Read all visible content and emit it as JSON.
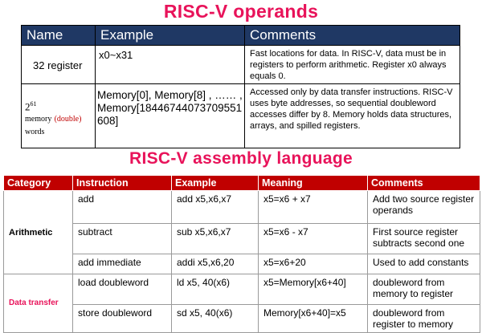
{
  "operands": {
    "title": "RISC-V operands",
    "headers": [
      "Name",
      "Example",
      "Comments"
    ],
    "register": {
      "name": "32 register",
      "example": "x0~x31",
      "comment": "Fast locations for data. In RISC-V, data must be in registers to perform arithmetic. Register x0 always equals 0."
    },
    "memory": {
      "name_base": "2",
      "name_exp": "61",
      "name_word_memory": "memory",
      "name_word_double": "(double)",
      "name_word_words": "words",
      "example": "Memory[0], Memory[8] , …… , Memory[18446744073709551608]",
      "comment": "Accessed only by data transfer instructions. RISC-V uses byte addresses, so sequential doubleword accesses differ by 8. Memory holds data structures, arrays, and spilled registers."
    }
  },
  "assembly": {
    "title": "RISC-V assembly language",
    "headers": [
      "Category",
      "Instruction",
      "Example",
      "Meaning",
      "Comments"
    ],
    "categories": {
      "arithmetic": "Arithmetic",
      "data_transfer": "Data transfer"
    },
    "rows": [
      {
        "instruction": "add",
        "example": "add x5,x6,x7",
        "meaning": "x5=x6 + x7",
        "comment": "Add  two source register operands"
      },
      {
        "instruction": "subtract",
        "example": "sub x5,x6,x7",
        "meaning": "x5=x6 - x7",
        "comment": "First source register subtracts second one"
      },
      {
        "instruction": "add immediate",
        "example": "addi x5,x6,20",
        "meaning": "x5=x6+20",
        "comment": "Used to add constants"
      },
      {
        "instruction": "load doubleword",
        "example": "ld x5, 40(x6)",
        "meaning": "x5=Memory[x6+40]",
        "comment": "doubleword from memory to register"
      },
      {
        "instruction": "store doubleword",
        "example": "sd x5, 40(x6)",
        "meaning": "Memory[x6+40]=x5",
        "comment": "doubleword from register to memory"
      }
    ]
  }
}
